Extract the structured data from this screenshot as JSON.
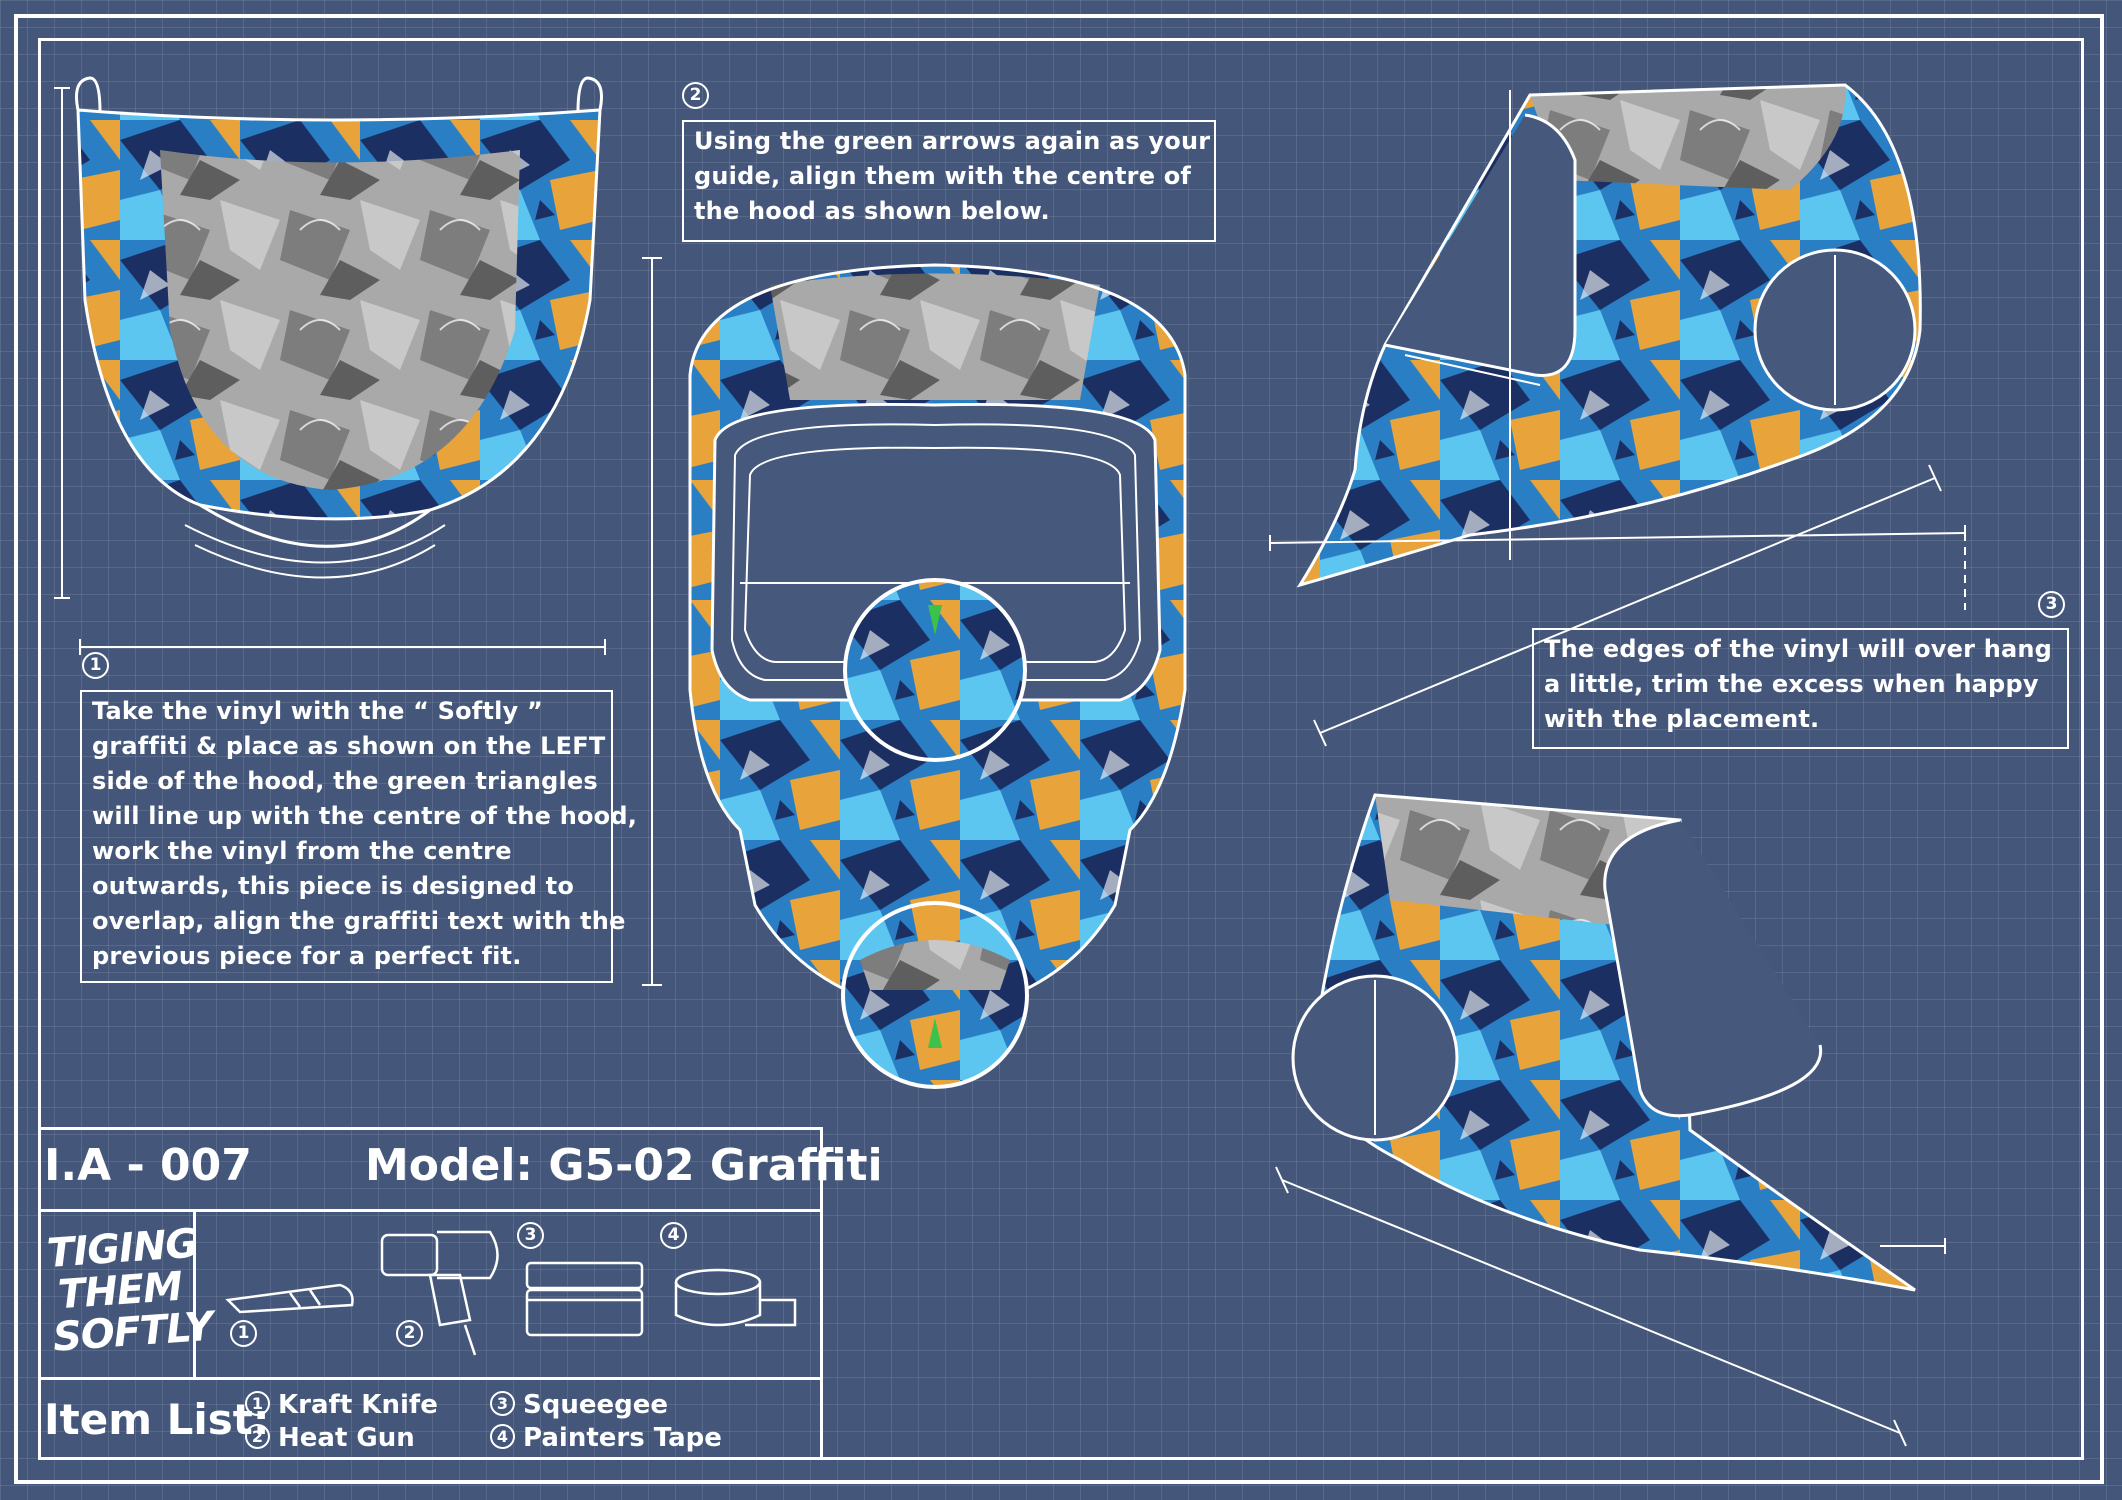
{
  "steps": [
    {
      "num": "1",
      "lines": [
        "Take the vinyl with the “ Softly ”",
        "graffiti & place as shown on the LEFT",
        "side of the hood, the green triangles",
        "will line up with the centre of the hood,",
        "work the vinyl from the centre",
        "outwards, this piece is designed to",
        "overlap, align the graffiti text with the",
        "previous piece for a perfect fit."
      ]
    },
    {
      "num": "2",
      "lines": [
        "Using the green arrows again as your",
        "guide, align them with the centre of",
        "the hood as shown below."
      ]
    },
    {
      "num": "3",
      "lines": [
        "The edges of the vinyl will over hang",
        "a little, trim the excess when happy",
        "with the placement."
      ]
    }
  ],
  "title_block": {
    "code": "I.A - 007",
    "model": "Model: G5-02 Graffiti",
    "brand_lines": [
      "TIGING",
      "THEM",
      "SOFTLY"
    ],
    "item_list_label": "Item List:",
    "items": [
      {
        "num": "1",
        "label": "Kraft Knife"
      },
      {
        "num": "2",
        "label": "Heat Gun"
      },
      {
        "num": "3",
        "label": "Squeegee"
      },
      {
        "num": "4",
        "label": "Painters Tape"
      }
    ],
    "tool_numbers": [
      "1",
      "2",
      "3",
      "4"
    ]
  },
  "colors": {
    "background": "#44577a",
    "line": "#ffffff",
    "graffiti_blue": "#2aa6e0",
    "graffiti_navy": "#1c2f62",
    "graffiti_orange": "#e8a33a",
    "graffiti_grey": "#8a8a8a",
    "guide_green": "#3cc24a"
  }
}
